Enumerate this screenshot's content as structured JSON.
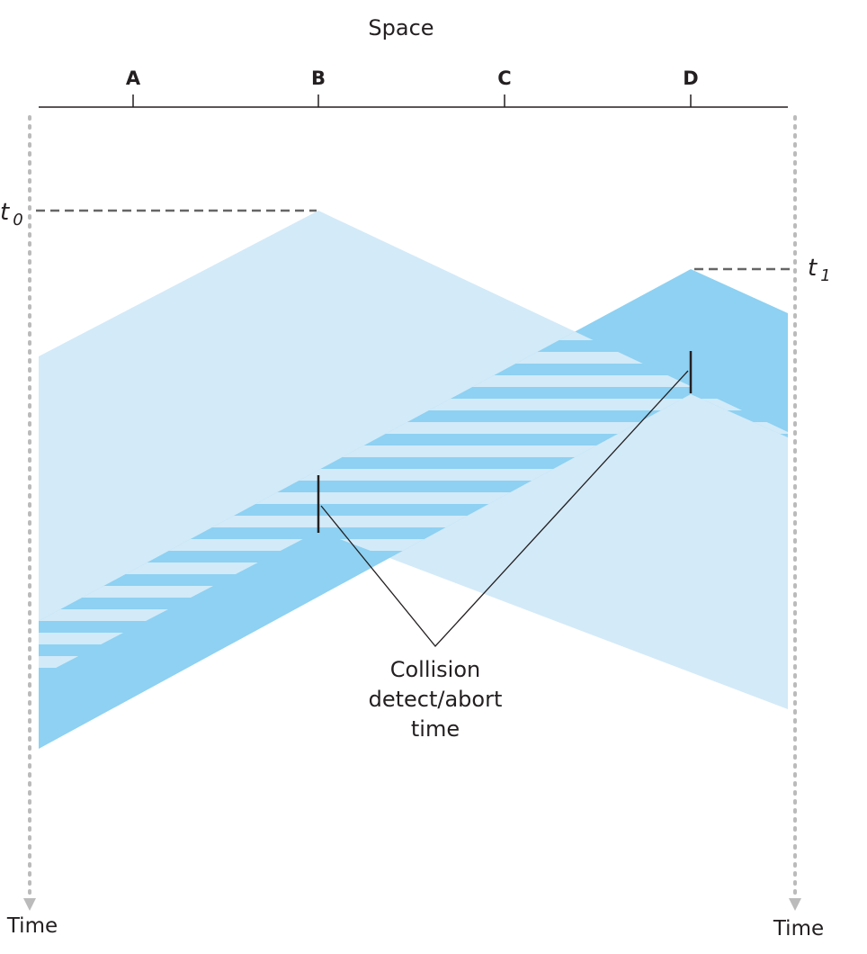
{
  "title": "Space",
  "stations": [
    "A",
    "B",
    "C",
    "D"
  ],
  "time_markers": {
    "t0": "t",
    "t0_sub": "0",
    "t1": "t",
    "t1_sub": "1"
  },
  "time_axis_label_left": "Time",
  "time_axis_label_right": "Time",
  "annotation": [
    "Collision",
    "detect/abort",
    "time"
  ],
  "colors": {
    "light": "#d3eaf8",
    "dark": "#8ed1f2",
    "line": "#231f20",
    "dash": "#666666",
    "dotted": "#bbbbbb"
  }
}
